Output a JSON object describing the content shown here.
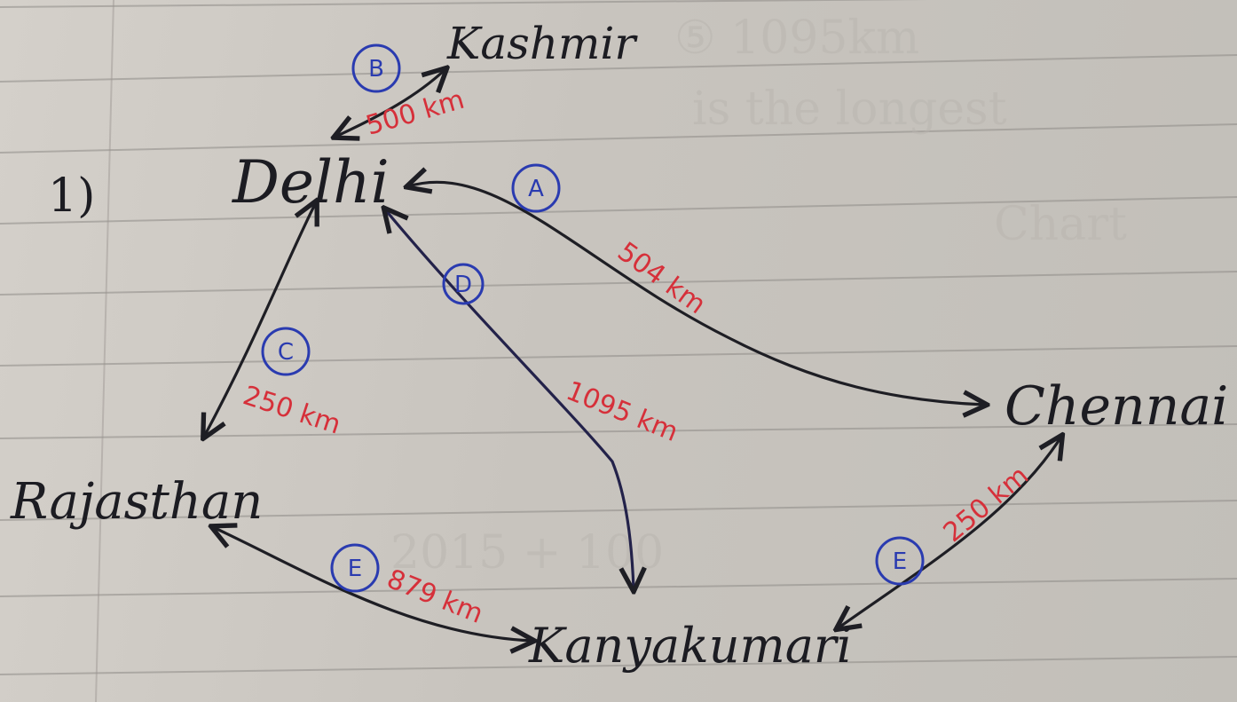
{
  "question_number": "1)",
  "cities": {
    "delhi": "Delhi",
    "kashmir": "Kashmir",
    "chennai": "Chennai",
    "rajasthan": "Rajasthan",
    "kanyakumari": "Kanyakumari"
  },
  "routes": [
    {
      "label": "A",
      "from": "Delhi",
      "to": "Chennai",
      "distance": "504 km"
    },
    {
      "label": "B",
      "from": "Delhi",
      "to": "Kashmir",
      "distance": "500 km"
    },
    {
      "label": "C",
      "from": "Delhi",
      "to": "Rajasthan",
      "distance": "250 km"
    },
    {
      "label": "D",
      "from": "Delhi",
      "to": "Kanyakumari",
      "distance": "1095 km"
    },
    {
      "label": "E",
      "from": "Rajasthan",
      "to": "Kanyakumari",
      "distance": "879 km"
    },
    {
      "label": "E",
      "from": "Kanyakumari",
      "to": "Chennai",
      "distance": "250 km"
    }
  ],
  "colors": {
    "paper": "#cbc7c1",
    "ink": "#1c1c22",
    "distance_ink": "#d6303a",
    "label_ink": "#2a3bb0"
  }
}
